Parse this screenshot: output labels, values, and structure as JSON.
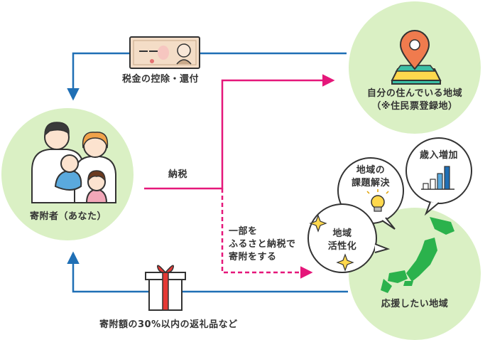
{
  "nodes": {
    "donor": {
      "label": "寄附者（あなた）"
    },
    "home_region": {
      "line1": "自分の住んでいる地域",
      "line2": "（※住民票登録地）"
    },
    "support_region": {
      "label": "応援したい地域"
    }
  },
  "flows": {
    "tax_refund": "税金の控除・還付",
    "tax_payment": "納税",
    "partial_furusato": {
      "line1": "一部を",
      "line2": "ふるさと納税で",
      "line3": "寄附をする"
    },
    "gift_return": "寄附額の30%以内の返礼品など"
  },
  "bubbles": {
    "issues": {
      "line1": "地域の",
      "line2": "課題解決"
    },
    "revenue": "歳入増加",
    "revitalize": {
      "line1": "地域",
      "line2": "活性化"
    }
  },
  "colors": {
    "blue_arrow": "#1f6fb5",
    "pink_arrow": "#e5177a",
    "circle_fill": "#daf0c4",
    "japan_green": "#2bb24c"
  },
  "icons": [
    "family-illustration",
    "banknote-icon",
    "map-pin-icon",
    "gift-box-icon",
    "japan-map-icon",
    "lightbulb-icon",
    "bar-chart-icon",
    "sparkle-icon"
  ]
}
